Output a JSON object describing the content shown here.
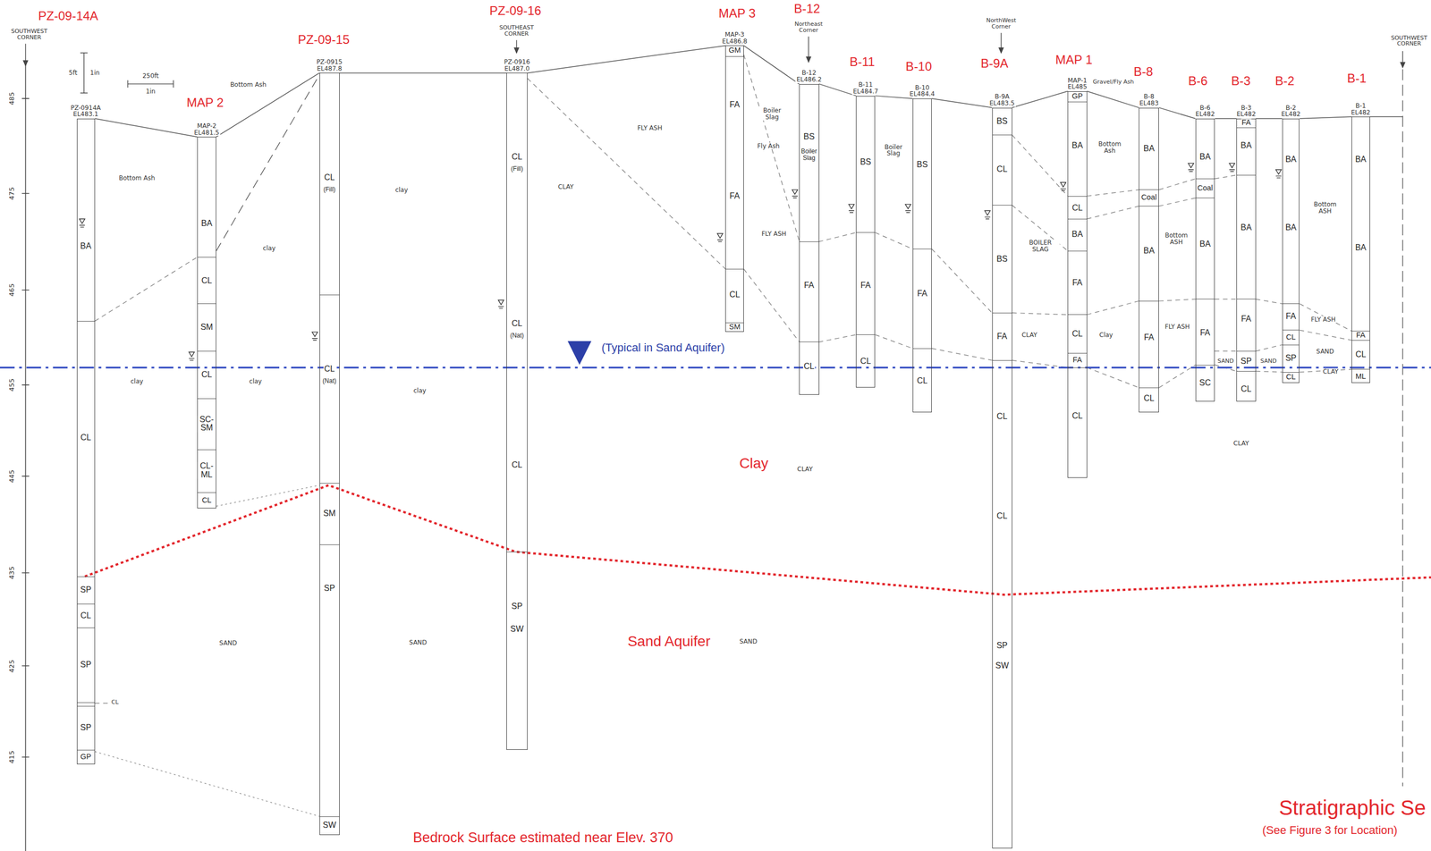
{
  "diagram": {
    "nodes": [
      {
        "text": [
          "PZ-09-14A",
          "PZ-0914A",
          "EL483.1",
          "BA",
          "CL",
          "SP",
          "CL",
          "SP",
          "SP",
          "GP"
        ]
      },
      {
        "text": [
          "MAP 2",
          "MAP-2",
          "EL481.5",
          "BA",
          "CL",
          "SM",
          "CL",
          "SC-SM",
          "CL-ML",
          "CL"
        ]
      },
      {
        "text": [
          "PZ-09-15",
          "PZ-0915",
          "EL487.8",
          "CL",
          "(Fill)",
          "CL",
          "(Nat)",
          "SM",
          "SP",
          "SW"
        ]
      },
      {
        "text": [
          "PZ-09-16",
          "PZ-0916",
          "EL487.0",
          "CL",
          "(Fill)",
          "CL",
          "(Nat)",
          "CL",
          "SP",
          "SW"
        ]
      },
      {
        "text": [
          "MAP 3",
          "MAP-3",
          "EL486.8",
          "GM",
          "FA",
          "FA",
          "CL",
          "SM"
        ]
      },
      {
        "text": [
          "B-12",
          "B-12",
          "EL486.2",
          "BS",
          "Boiler Slag",
          "FA",
          "CL"
        ]
      },
      {
        "text": [
          "B-11",
          "B-11",
          "EL484.7",
          "BS",
          "FA",
          "CL"
        ]
      },
      {
        "text": [
          "B-10",
          "B-10",
          "EL484.4",
          "BS",
          "FA",
          "CL"
        ]
      },
      {
        "text": [
          "B-9A",
          "B-9A",
          "EL483.5",
          "BS",
          "CL",
          "BS",
          "FA",
          "CL",
          "CL",
          "SP",
          "SW"
        ]
      },
      {
        "text": [
          "MAP 1",
          "MAP-1",
          "EL485",
          "GP",
          "BA",
          "CL",
          "BA",
          "FA",
          "CL",
          "FA",
          "CL"
        ]
      },
      {
        "text": [
          "B-8",
          "B-8",
          "EL483",
          "BA",
          "Coal",
          "BA",
          "FA",
          "CL"
        ]
      },
      {
        "text": [
          "B-6",
          "B-6",
          "EL482",
          "BA",
          "Coal",
          "BA",
          "FA",
          "SC"
        ]
      },
      {
        "text": [
          "B-3",
          "B-3",
          "EL482",
          "FA",
          "BA",
          "BA",
          "FA",
          "SP",
          "CL"
        ]
      },
      {
        "text": [
          "B-2",
          "B-2",
          "EL482",
          "BA",
          "BA",
          "FA",
          "CL",
          "SP",
          "CL"
        ]
      },
      {
        "text": [
          "B-1",
          "B-1",
          "EL482",
          "BA",
          "BA",
          "FA",
          "CL",
          "ML"
        ]
      }
    ],
    "edges": [
      {
        "from": 0,
        "to": 1,
        "arrow": "none"
      },
      {
        "from": 1,
        "to": 2,
        "arrow": "none"
      },
      {
        "from": 2,
        "to": 3,
        "arrow": "none"
      },
      {
        "from": 3,
        "to": 4,
        "arrow": "none"
      },
      {
        "from": 4,
        "to": 5,
        "arrow": "none"
      },
      {
        "from": 5,
        "to": 6,
        "arrow": "none"
      },
      {
        "from": 6,
        "to": 7,
        "arrow": "none"
      },
      {
        "from": 7,
        "to": 8,
        "arrow": "none"
      },
      {
        "from": 8,
        "to": 9,
        "arrow": "none"
      },
      {
        "from": 9,
        "to": 10,
        "arrow": "none"
      },
      {
        "from": 10,
        "to": 11,
        "arrow": "none"
      },
      {
        "from": 11,
        "to": 12,
        "arrow": "none"
      },
      {
        "from": 12,
        "to": 13,
        "arrow": "none"
      },
      {
        "from": 13,
        "to": 14,
        "arrow": "none"
      }
    ],
    "labels": [
      "SOUTHWEST CORNER",
      "485",
      "475",
      "465",
      "455",
      "445",
      "435",
      "425",
      "415",
      "5ft",
      "1in",
      "250ft",
      "1in",
      "Bottom Ash",
      "Bottom Ash",
      "clay",
      "clay",
      "CLAY",
      "FLY ASH",
      "Boiler Slag",
      "Fly Ash",
      "FLY ASH",
      "Boiler Slag",
      "BOILER SLAG",
      "CLAY",
      "Clay",
      "Gravel/Fly Ash",
      "Bottom Ash",
      "Bottom ASH",
      "FLY ASH",
      "Bottom ASH",
      "FLY ASH",
      "SAND",
      "SAND",
      "SAND",
      "CLAY",
      "clay",
      "clay",
      "clay",
      "CLAY",
      "CLAY",
      "SAND",
      "SAND",
      "SAND",
      "CL",
      "SOUTHEAST CORNER",
      "Northeast Corner",
      "NorthWest Corner",
      "SOUTHWEST CORNER",
      "Clay",
      "Sand Aquifer",
      "(Typical in Sand Aquifer)",
      "Bedrock Surface estimated near Elev. 370",
      "Stratigraphic Se",
      "(See Figure 3 for Location)"
    ]
  }
}
